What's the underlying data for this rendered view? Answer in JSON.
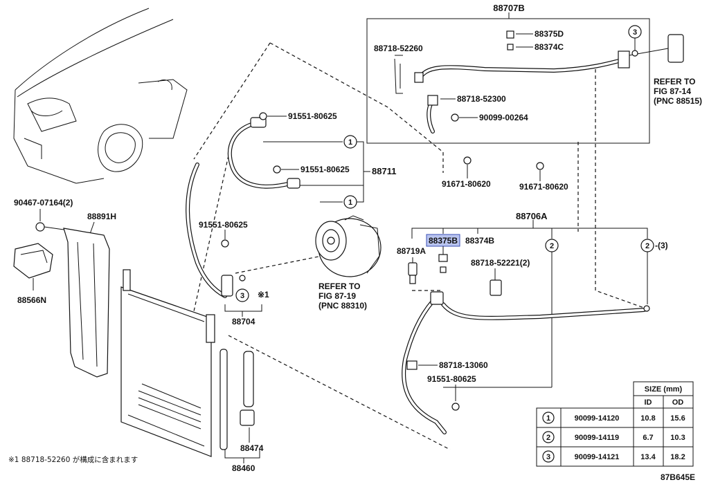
{
  "labels": {
    "p88707b": "88707B",
    "p88375d": "88375D",
    "p88374c": "88374C",
    "p88718_52260": "88718-52260",
    "p88718_52300": "88718-52300",
    "p90099_00264": "90099-00264",
    "p91671_80620_a": "91671-80620",
    "p91671_80620_b": "91671-80620",
    "p91551_80625_a": "91551-80625",
    "p91551_80625_b": "91551-80625",
    "p91551_80625_c": "91551-80625",
    "p91551_80625_d": "91551-80625",
    "p88711": "88711",
    "p90467": "90467-07164(2)",
    "p88891h": "88891H",
    "p88566n": "88566N",
    "p88704": "88704",
    "p88706a": "88706A",
    "p88375b": "88375B",
    "p88374b": "88374B",
    "p88719a": "88719A",
    "p88718_52221": "88718-52221(2)",
    "p88718_13060": "88718-13060",
    "p88474": "88474",
    "p88460": "88460",
    "circle_1": "1",
    "circle_2": "2",
    "circle_3": "3",
    "circle_2_note": "2-(3)",
    "ref_mark": "※1",
    "footnote": "※1 88718-52260 が構成に含まれます",
    "figure_code": "87B645E"
  },
  "refs": {
    "ref1": [
      "REFER TO",
      "FIG 87-14",
      "(PNC 88515)"
    ],
    "ref2": [
      "REFER TO",
      "FIG 87-19",
      "(PNC 88310)"
    ]
  },
  "size_table": {
    "title": "SIZE (mm)",
    "headers": [
      "ID",
      "OD"
    ],
    "rows": [
      {
        "mark": "1",
        "part": "90099-14120",
        "id": "10.8",
        "od": "15.6"
      },
      {
        "mark": "2",
        "part": "90099-14119",
        "id": "6.7",
        "od": "10.3"
      },
      {
        "mark": "3",
        "part": "90099-14121",
        "id": "13.4",
        "od": "18.2"
      }
    ]
  },
  "colors": {
    "line": "#111111",
    "highlight": "#b9c4ef",
    "highlight_border": "#3a4fb5"
  }
}
